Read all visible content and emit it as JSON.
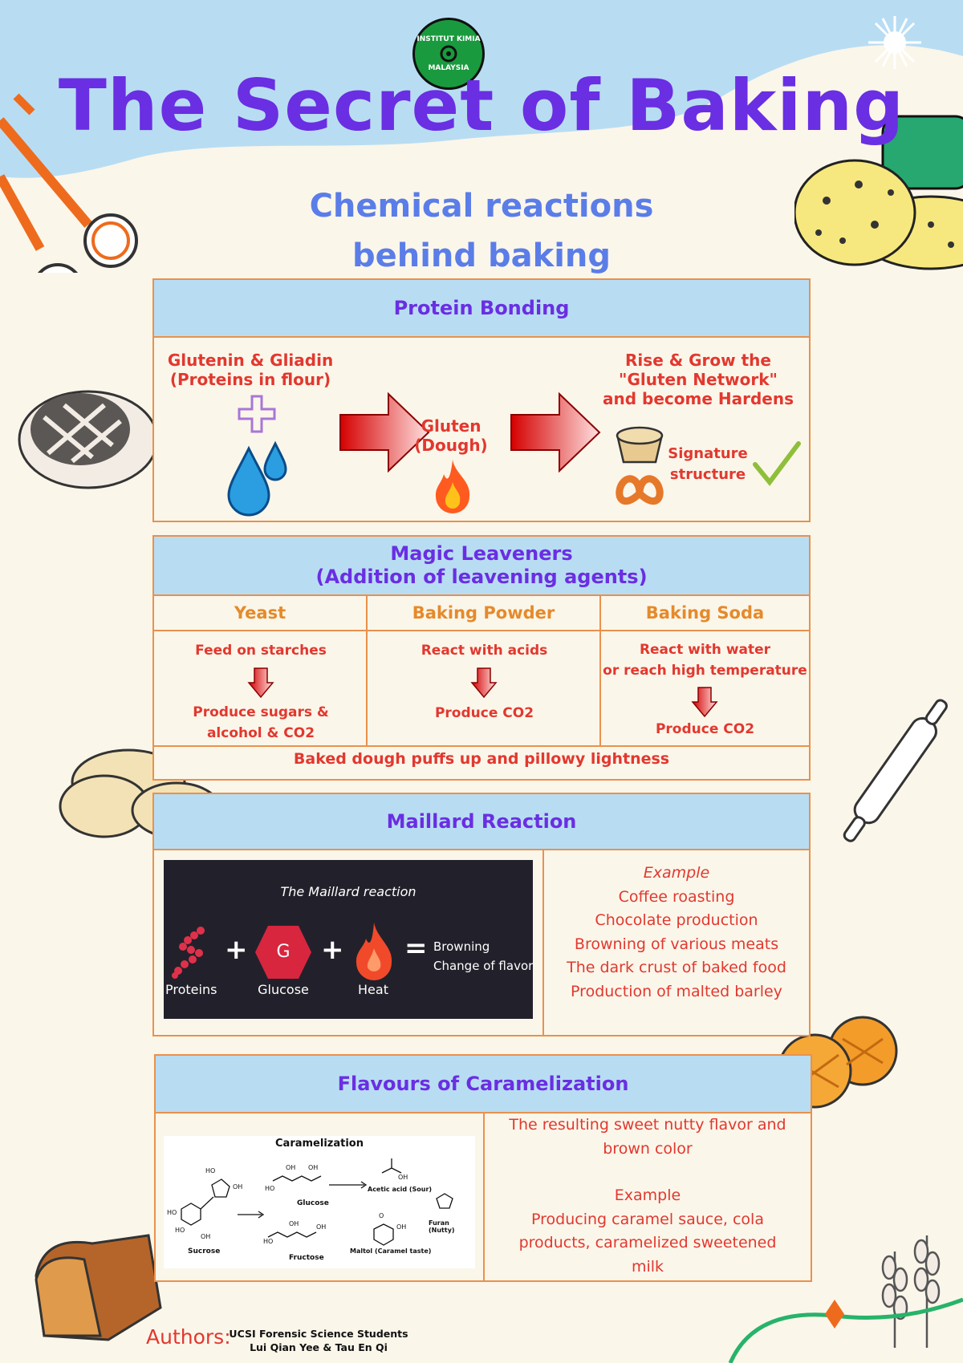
{
  "logo": {
    "top_text": "INSTITUT KIMIA",
    "bottom_text": "MALAYSIA"
  },
  "title": "The Secret of Baking",
  "subtitle_line1": "Chemical reactions",
  "subtitle_line2": "behind baking",
  "protein": {
    "heading": "Protein Bonding",
    "left_line1": "Glutenin & Gliadin",
    "left_line2": "(Proteins in flour)",
    "middle_line1": "Gluten",
    "middle_line2": "(Dough)",
    "right_line1": "Rise & Grow the",
    "right_line2": "\"Gluten Network\"",
    "right_line3": "and become Hardens",
    "signature_line1": "Signature",
    "signature_line2": "structure"
  },
  "leaveners": {
    "heading_line1": "Magic Leaveners",
    "heading_line2": "(Addition of leavening agents)",
    "columns": [
      {
        "name": "Yeast",
        "step": "Feed on starches",
        "step2": "",
        "result_line1": "Produce sugars &",
        "result_line2": "alcohol & CO2"
      },
      {
        "name": "Baking Powder",
        "step": "React with acids",
        "step2": "",
        "result_line1": "Produce CO2",
        "result_line2": ""
      },
      {
        "name": "Baking Soda",
        "step": "React with water",
        "step2": "or reach high temperature",
        "result_line1": "Produce CO2",
        "result_line2": ""
      }
    ],
    "footer": "Baked dough puffs up and pillowy lightness"
  },
  "maillard": {
    "heading": "Maillard Reaction",
    "card_title": "The Maillard reaction",
    "proteins_label": "Proteins",
    "glucose_label": "Glucose",
    "glucose_letter": "G",
    "heat_label": "Heat",
    "result_line1": "Browning",
    "result_line2": "Change of flavor",
    "example_label": "Example",
    "examples": [
      "Coffee roasting",
      "Chocolate production",
      "Browning of various meats",
      "The dark crust of baked food",
      "Production of malted barley"
    ]
  },
  "caramel": {
    "heading": "Flavours of Caramelization",
    "diagram_title": "Caramelization",
    "sucrose": "Sucrose",
    "glucose": "Glucose",
    "fructose": "Fructose",
    "acetic": "Acetic acid (Sour)",
    "furan": "Furan (Nutty)",
    "maltol": "Maltol (Caramel taste)",
    "desc_line1": "The resulting sweet nutty flavor and",
    "desc_line2": "brown color",
    "example_label": "Example",
    "example_line1": "Producing caramel sauce, cola",
    "example_line2": "products, caramelized sweetened",
    "example_line3": "milk"
  },
  "authors": {
    "label": "Authors:",
    "line1": "UCSI Forensic Science Students",
    "line2": "Lui Qian Yee & Tau En Qi"
  },
  "colors": {
    "title": "#6a2ee3",
    "subtitle": "#5a7de8",
    "panel_border": "#e9914d",
    "header_fill": "#b8ddf3",
    "text_red": "#e2382f",
    "text_orange": "#e58a2b"
  }
}
